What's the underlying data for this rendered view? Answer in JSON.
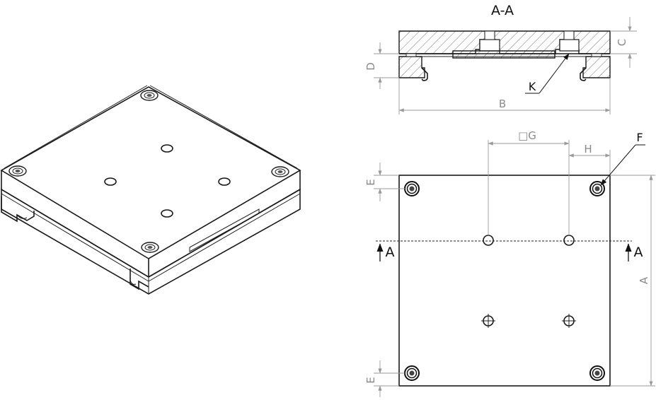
{
  "section_title": "A-A",
  "labels": {
    "A": "A",
    "B": "B",
    "C": "C",
    "D": "D",
    "E": "E",
    "F": "F",
    "G": "□G",
    "H": "H",
    "K": "K",
    "section_mark": "A"
  },
  "colors": {
    "line": "#1a1a1a",
    "dimension": "#9a9a9a",
    "background": "#ffffff"
  }
}
